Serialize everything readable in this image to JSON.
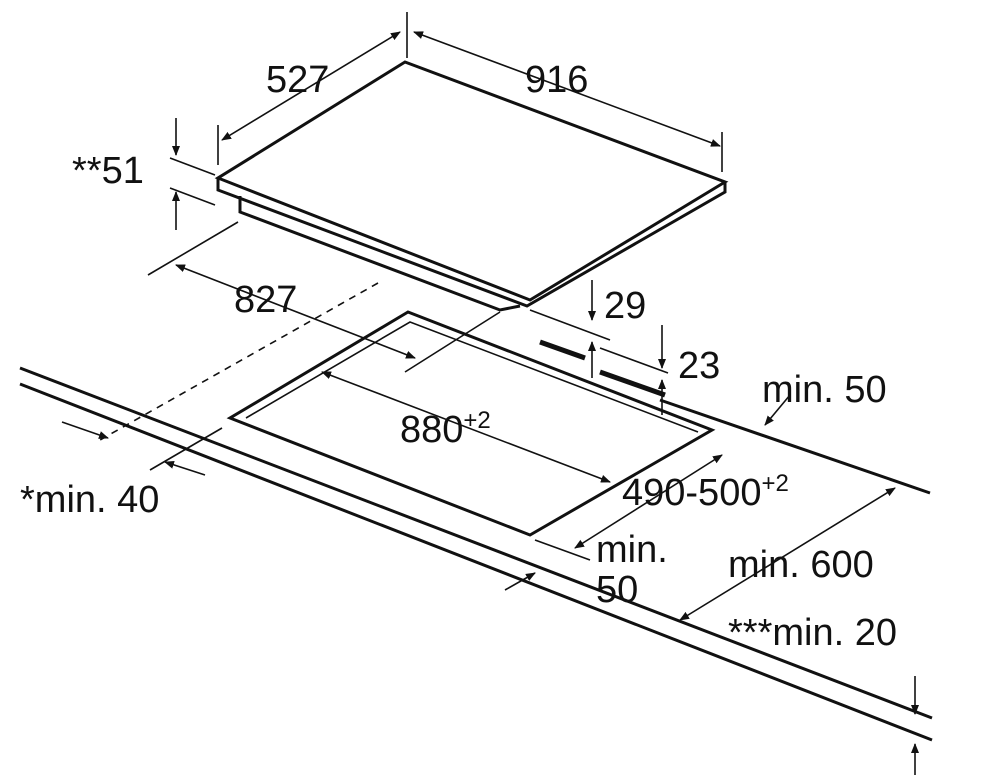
{
  "dimensions": {
    "hob_depth": "527",
    "hob_width": "916",
    "hob_height": "**51",
    "hob_base_width": "827",
    "hob_below_top": "29",
    "worktop_min_thickness": "23",
    "back_clearance": "min. 50",
    "cutout_width": "880",
    "cutout_width_tol": "+2",
    "cutout_depth": "490-500",
    "cutout_depth_tol": "+2",
    "side_clearance": "*min. 40",
    "front_clearance_line1": "min.",
    "front_clearance_line2": "50",
    "worktop_depth": "min. 600",
    "worktop_thickness": "***min. 20"
  },
  "colors": {
    "line": "#111111",
    "background": "#ffffff"
  }
}
